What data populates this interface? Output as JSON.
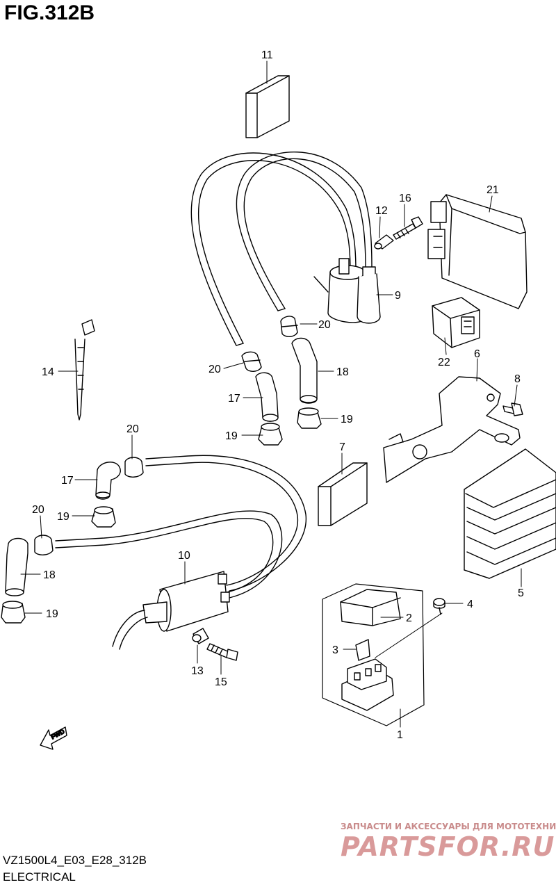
{
  "figure_title": "FIG.312B",
  "footer": {
    "model_code": "VZ1500L4_E03_E28_312B",
    "section": "ELECTRICAL"
  },
  "fwd_label": "FWD",
  "watermark": {
    "tagline": "ЗАПЧАСТИ И АКСЕССУАРЫ ДЛЯ МОТОТЕХНИКИ",
    "brand": "PARTSFOR.RU"
  },
  "callouts": {
    "c1": "1",
    "c2": "2",
    "c3": "3",
    "c4": "4",
    "c5": "5",
    "c6": "6",
    "c7": "7",
    "c8": "8",
    "c9": "9",
    "c10": "10",
    "c11": "11",
    "c12": "12",
    "c13": "13",
    "c14": "14",
    "c15": "15",
    "c16": "16",
    "c17a": "17",
    "c17b": "17",
    "c18a": "18",
    "c18b": "18",
    "c19a": "19",
    "c19b": "19",
    "c19c": "19",
    "c19d": "19",
    "c20a": "20",
    "c20b": "20",
    "c20c": "20",
    "c20d": "20",
    "c21": "21",
    "c22": "22"
  }
}
